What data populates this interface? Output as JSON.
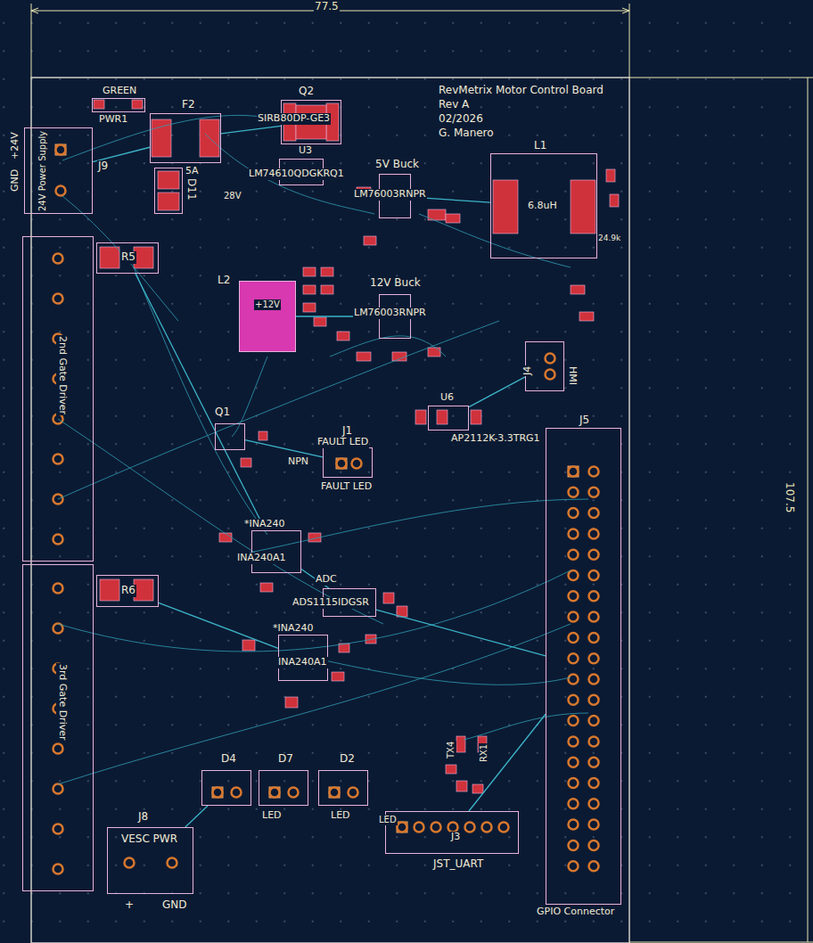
{
  "diagram": {
    "nodes": [
      {
        "text": [
          "J9",
          "+24V",
          "GND",
          "24V Power Supply"
        ]
      },
      {
        "text": [
          "F2",
          "5A"
        ]
      },
      {
        "text": [
          "D11"
        ]
      },
      {
        "text": [
          "Q2",
          "SIRB80DP-GE3"
        ]
      },
      {
        "text": [
          "U3",
          "LM74610QDGKRQ1"
        ]
      },
      {
        "text": [
          "5V Buck",
          "LM76003RNPR"
        ]
      },
      {
        "text": [
          "L1",
          "6.8uH"
        ]
      },
      {
        "text": [
          "L2",
          "+12V"
        ]
      },
      {
        "text": [
          "12V Buck",
          "LM76003RNPR"
        ]
      },
      {
        "text": [
          "J4",
          "HMI"
        ]
      },
      {
        "text": [
          "U6",
          "AP2112K-3.3TRG1"
        ]
      },
      {
        "text": [
          "Q1",
          "NPN"
        ]
      },
      {
        "text": [
          "J1",
          "FAULT LED",
          "FAULT LED"
        ]
      },
      {
        "text": [
          "J5",
          "GPIO Connector"
        ]
      },
      {
        "text": [
          "2nd Gate Driver"
        ]
      },
      {
        "text": [
          "3rd Gate Driver"
        ]
      },
      {
        "text": [
          "R5"
        ]
      },
      {
        "text": [
          "R6"
        ]
      },
      {
        "text": [
          "*INA240",
          "INA240A1"
        ]
      },
      {
        "text": [
          "ADC",
          "ADS1115IDGSR"
        ]
      },
      {
        "text": [
          "*INA240",
          "INA240A1"
        ]
      },
      {
        "text": [
          "D4"
        ]
      },
      {
        "text": [
          "D7",
          "LED"
        ]
      },
      {
        "text": [
          "D2",
          "LED"
        ]
      },
      {
        "text": [
          "J3",
          "JST_UART"
        ]
      },
      {
        "text": [
          "J8",
          "VESC PWR",
          "+",
          "GND"
        ]
      },
      {
        "text": [
          "GREEN",
          "PWR1"
        ]
      }
    ],
    "edges": [
      {
        "from": 0,
        "to": 1,
        "arrow": "none"
      },
      {
        "from": 1,
        "to": 3,
        "arrow": "none"
      },
      {
        "from": 5,
        "to": 6,
        "arrow": "none"
      },
      {
        "from": 16,
        "to": 18,
        "arrow": "none"
      },
      {
        "from": 17,
        "to": 20,
        "arrow": "none"
      },
      {
        "from": 18,
        "to": 19,
        "arrow": "none"
      },
      {
        "from": 19,
        "to": 13,
        "arrow": "none"
      },
      {
        "from": 10,
        "to": 9,
        "arrow": "none"
      },
      {
        "from": 24,
        "to": 13,
        "arrow": "none"
      },
      {
        "from": 25,
        "to": 21,
        "arrow": "none"
      },
      {
        "from": 11,
        "to": 12,
        "arrow": "none"
      },
      {
        "from": 8,
        "to": 7,
        "arrow": "none"
      }
    ],
    "labels": [
      "77.5",
      "107.5",
      "RevMetrix Motor Control Board",
      "Rev A",
      "02/2026",
      "G. Manero",
      "28V",
      "TX4",
      "RX1",
      "LED",
      "24.9k"
    ]
  }
}
